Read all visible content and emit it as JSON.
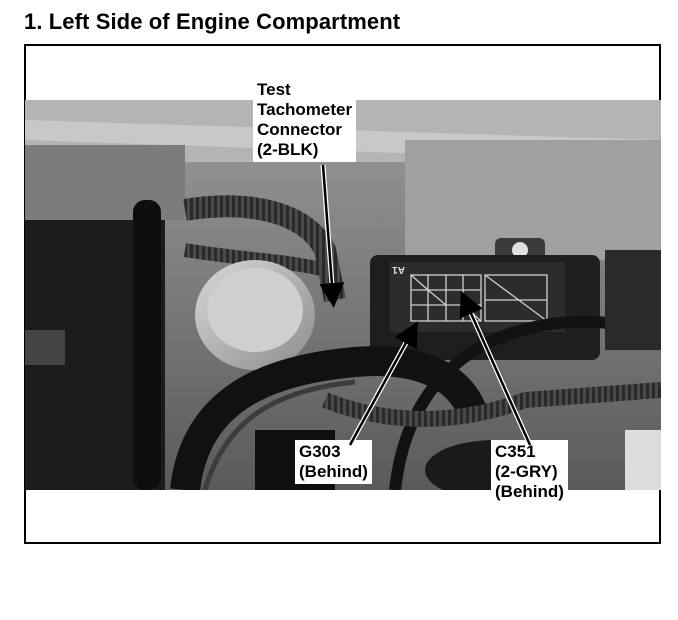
{
  "title": "1. Left Side of Engine Compartment",
  "callouts": {
    "tachometer": [
      "Test",
      "Tachometer",
      "Connector",
      "(2-BLK)"
    ],
    "g303": [
      "G303",
      "(Behind)"
    ],
    "c351": [
      "C351",
      "(2-GRY)",
      "(Behind)"
    ]
  },
  "label_plate": "A1",
  "colors": {
    "ink": "#000000",
    "paper": "#ffffff"
  }
}
